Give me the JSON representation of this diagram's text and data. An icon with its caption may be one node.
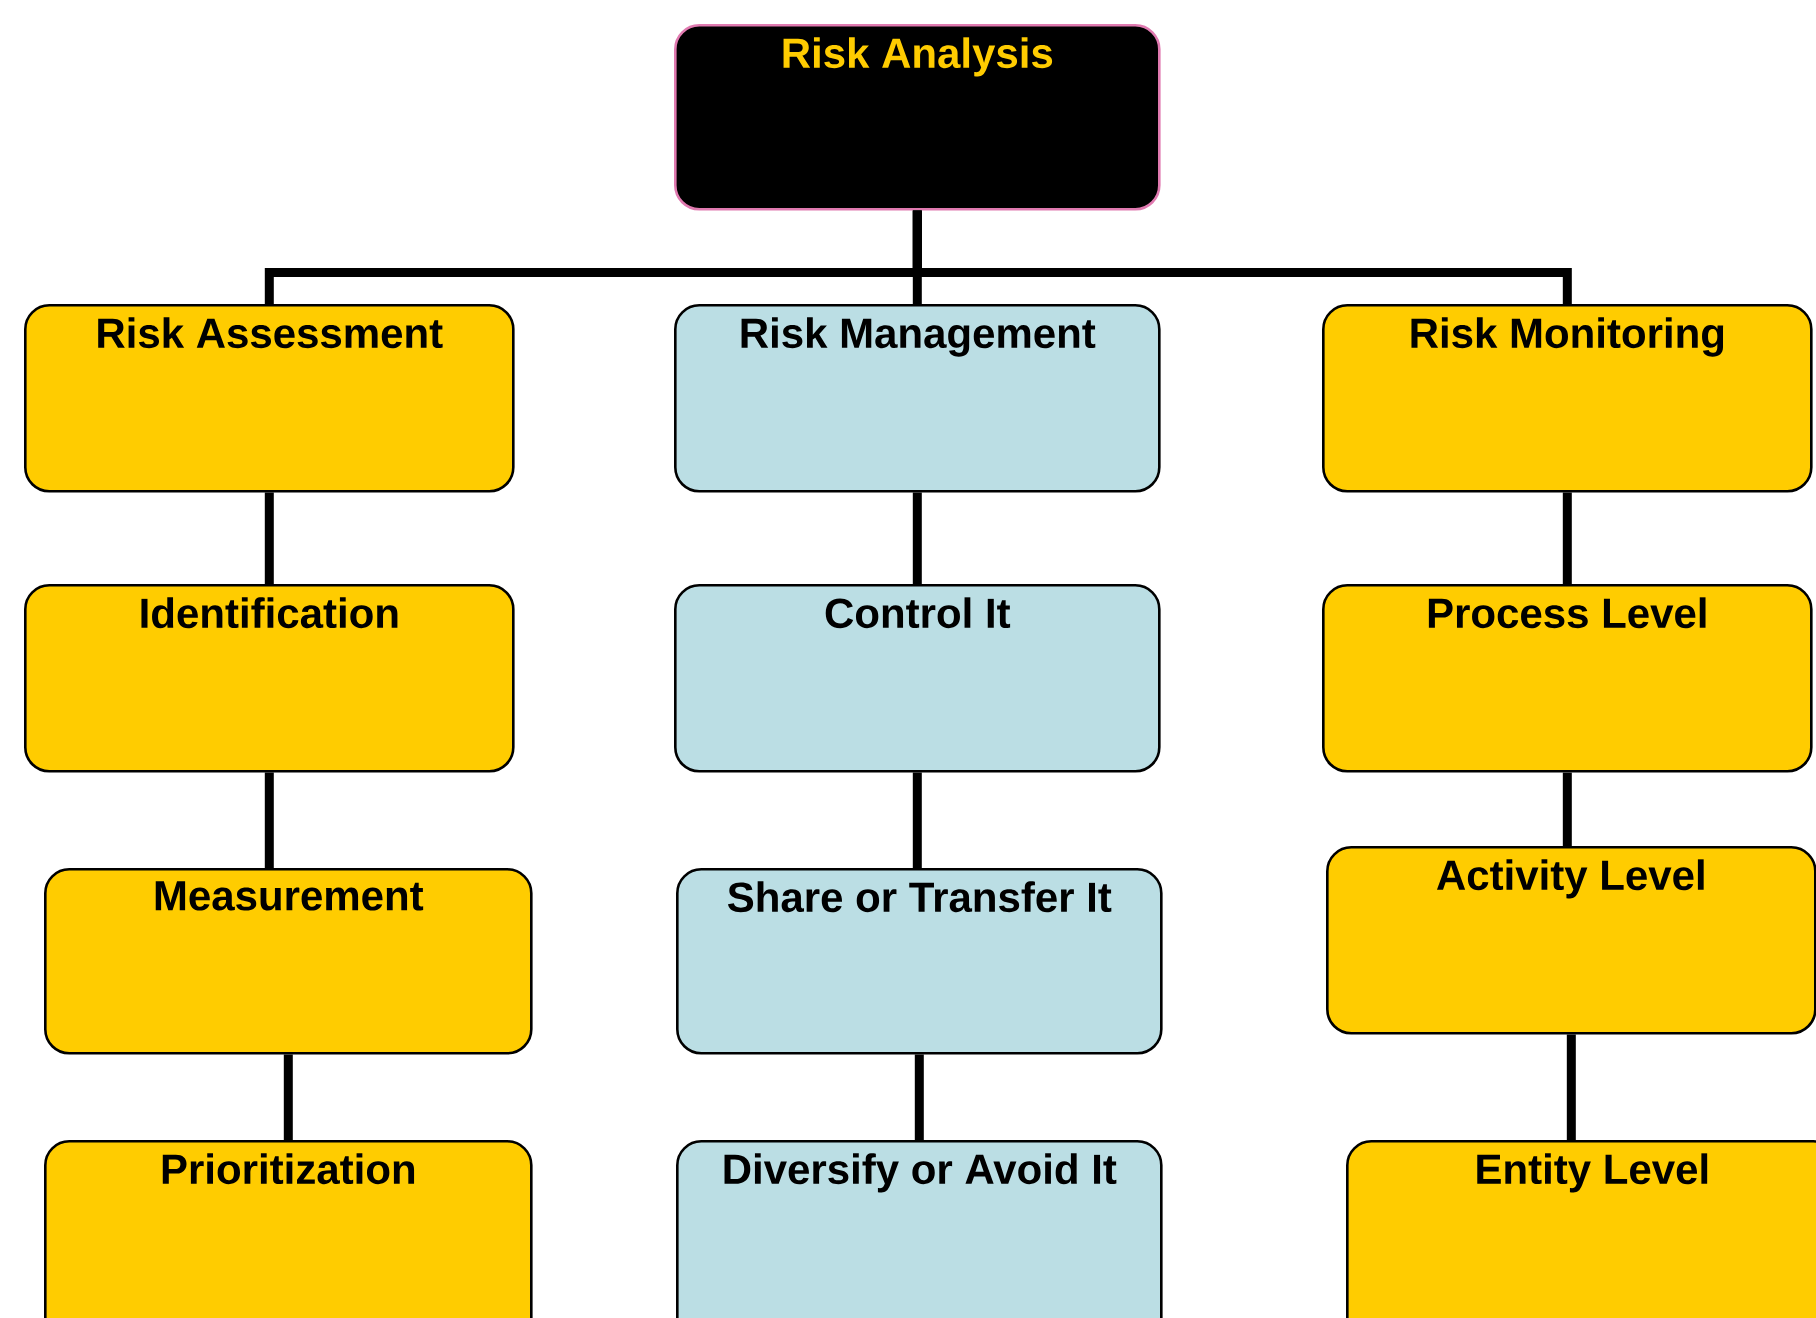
{
  "diagram": {
    "nodes": [
      {
        "text": [
          "Risk Analysis"
        ]
      },
      {
        "text": [
          "Risk Assessment"
        ]
      },
      {
        "text": [
          "Risk Management"
        ]
      },
      {
        "text": [
          "Risk Monitoring"
        ]
      },
      {
        "text": [
          "Identification"
        ]
      },
      {
        "text": [
          "Control It"
        ]
      },
      {
        "text": [
          "Process Level"
        ]
      },
      {
        "text": [
          "Measurement"
        ]
      },
      {
        "text": [
          "Share or Transfer It"
        ]
      },
      {
        "text": [
          "Activity Level"
        ]
      },
      {
        "text": [
          "Prioritization"
        ]
      },
      {
        "text": [
          "Diversify or Avoid It"
        ]
      },
      {
        "text": [
          "Entity Level"
        ]
      }
    ],
    "edges": [
      {
        "from": 0,
        "to": 1,
        "arrow": "none"
      },
      {
        "from": 0,
        "to": 2,
        "arrow": "none"
      },
      {
        "from": 0,
        "to": 3,
        "arrow": "none"
      },
      {
        "from": 1,
        "to": 4,
        "arrow": "none"
      },
      {
        "from": 4,
        "to": 7,
        "arrow": "none"
      },
      {
        "from": 7,
        "to": 10,
        "arrow": "none"
      },
      {
        "from": 2,
        "to": 5,
        "arrow": "none"
      },
      {
        "from": 5,
        "to": 8,
        "arrow": "none"
      },
      {
        "from": 8,
        "to": 11,
        "arrow": "none"
      },
      {
        "from": 3,
        "to": 6,
        "arrow": "none"
      },
      {
        "from": 6,
        "to": 9,
        "arrow": "none"
      },
      {
        "from": 9,
        "to": 12,
        "arrow": "none"
      }
    ]
  }
}
